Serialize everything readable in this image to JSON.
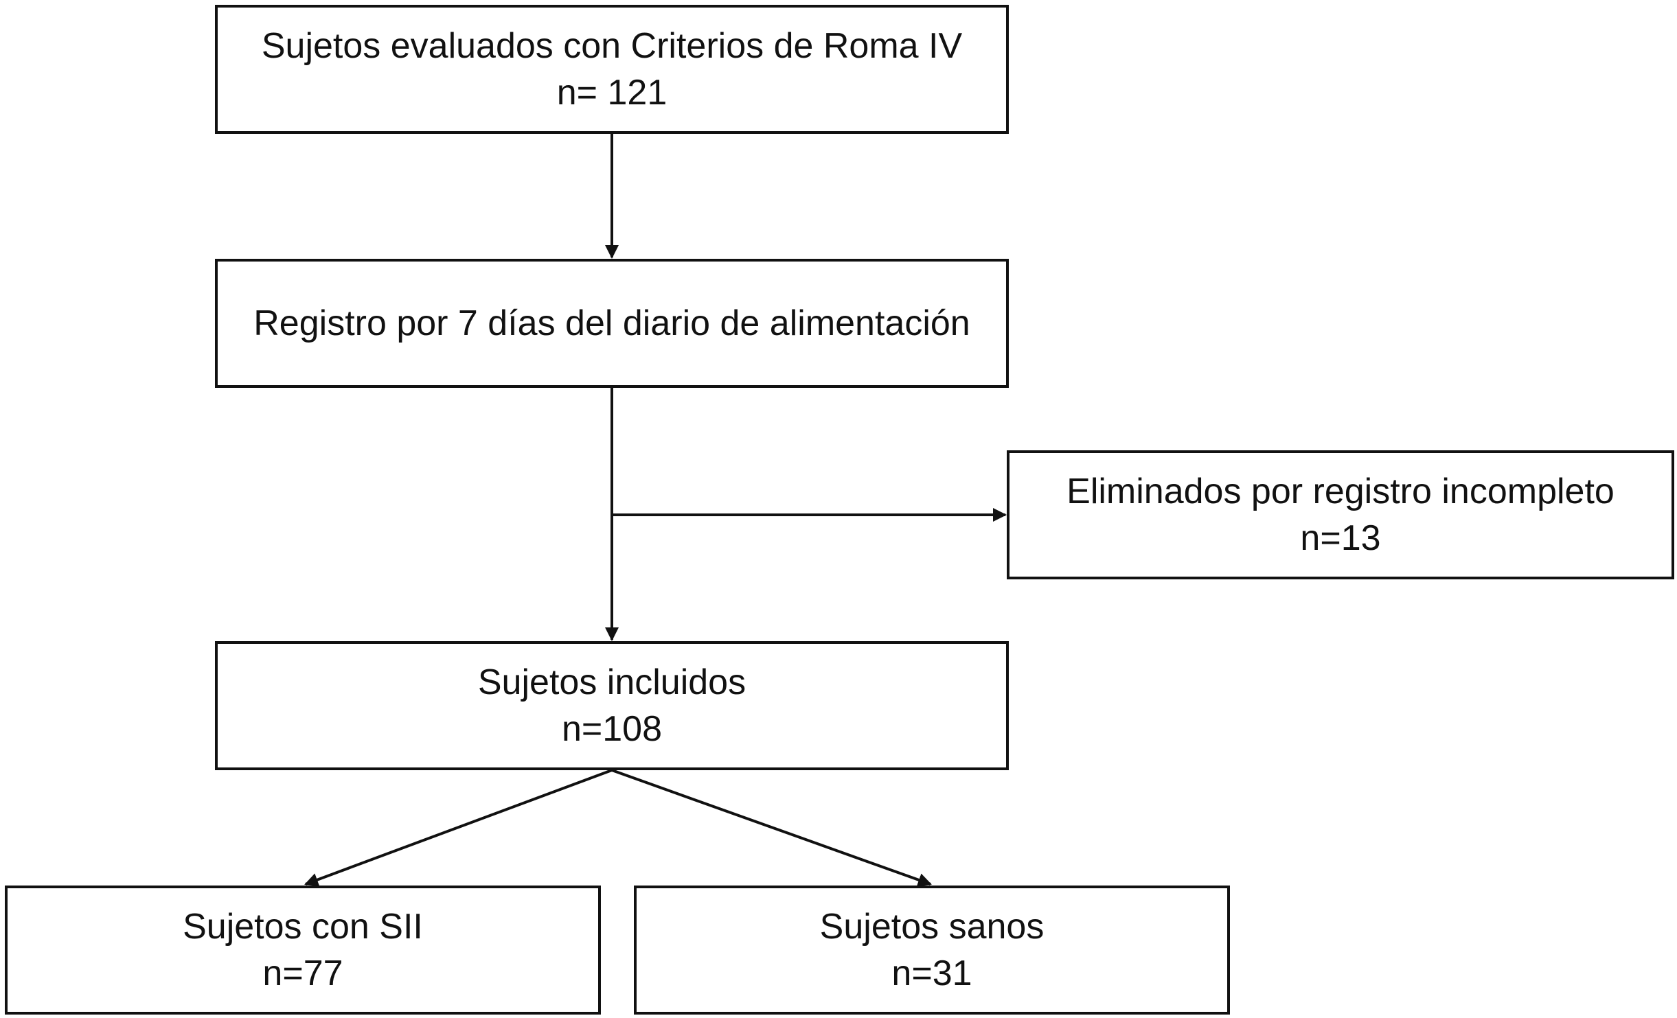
{
  "flowchart": {
    "evaluated": {
      "label": "Sujetos evaluados con Criterios de Roma IV",
      "count": "n= 121"
    },
    "registry": {
      "label": "Registro por 7 días del diario de alimentación"
    },
    "excluded": {
      "label": "Eliminados por registro incompleto",
      "count": "n=13"
    },
    "included": {
      "label": "Sujetos incluidos",
      "count": "n=108"
    },
    "ibs": {
      "label": "Sujetos con SII",
      "count": "n=77"
    },
    "healthy": {
      "label": "Sujetos sanos",
      "count": "n=31"
    }
  },
  "colors": {
    "stroke": "#111111",
    "background": "#ffffff"
  }
}
